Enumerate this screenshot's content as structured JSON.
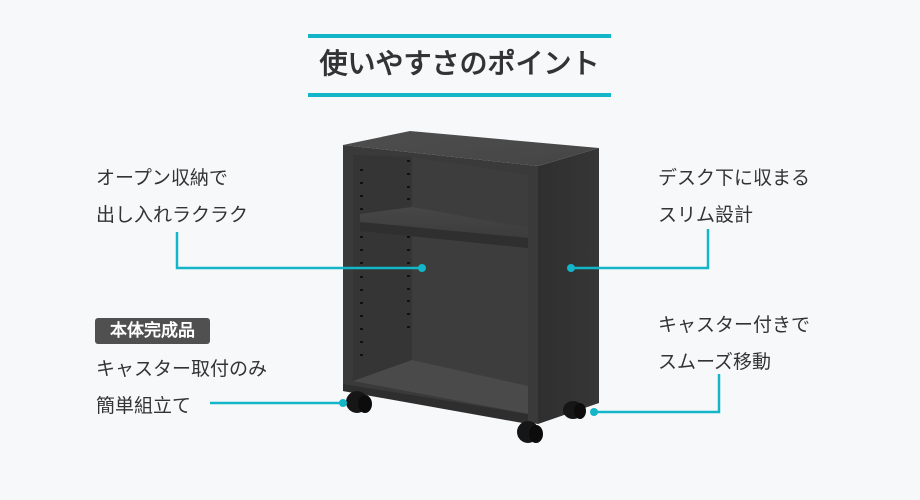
{
  "header": {
    "title": "使いやすさのポイント"
  },
  "callouts": {
    "top_left": {
      "lines": [
        "オープン収納で",
        "出し入れラクラク"
      ]
    },
    "top_right": {
      "lines": [
        "デスク下に収まる",
        "スリム設計"
      ]
    },
    "bottom_left": {
      "badge": "本体完成品",
      "lines": [
        "キャスター取付のみ",
        "簡単組立て"
      ]
    },
    "bottom_right": {
      "lines": [
        "キャスター付きで",
        "スムーズ移動"
      ]
    }
  },
  "colors": {
    "accent": "#13b5c9",
    "background": "#f7f8fa",
    "text": "#333333",
    "badge_bg": "#505050",
    "cabinet": "#3a3a3a"
  },
  "product": {
    "name": "cabinet-with-casters"
  }
}
